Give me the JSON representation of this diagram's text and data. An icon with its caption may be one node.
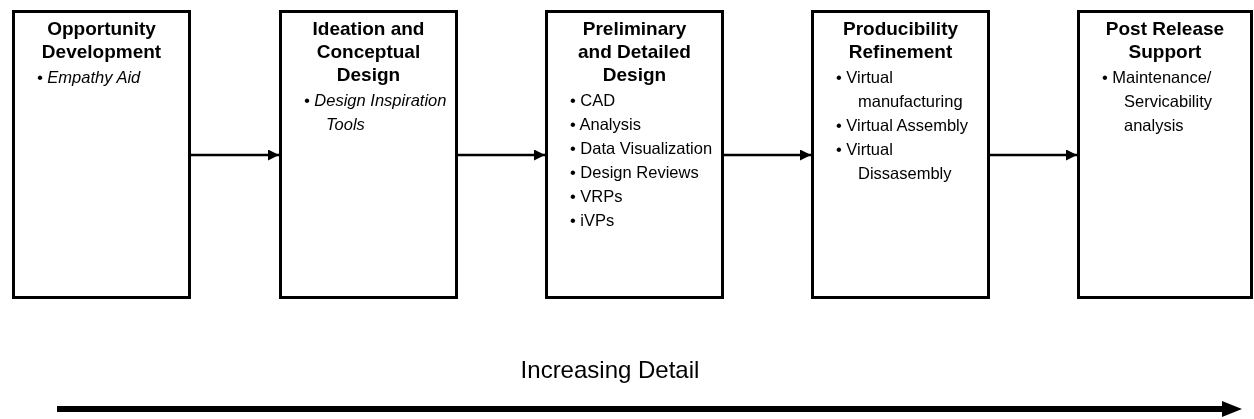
{
  "diagram": {
    "nodes": [
      {
        "text": [
          "Opportunity Development",
          "• Empathy Aid"
        ]
      },
      {
        "text": [
          "Ideation and Conceptual Design",
          "• Design Inspiration Tools"
        ]
      },
      {
        "text": [
          "Preliminary and Detailed Design",
          "• CAD",
          "• Analysis",
          "• Data Visualization",
          "• Design Reviews",
          "• VRPs",
          "• iVPs"
        ]
      },
      {
        "text": [
          "Producibility Refinement",
          "• Virtual manufacturing",
          "• Virtual Assembly",
          "• Virtual Dissasembly"
        ]
      },
      {
        "text": [
          "Post Release Support",
          "• Maintenance/ Servicability analysis"
        ]
      }
    ],
    "edges": [
      {
        "from": 0,
        "to": 1,
        "arrow": "to"
      },
      {
        "from": 1,
        "to": 2,
        "arrow": "to"
      },
      {
        "from": 2,
        "to": 3,
        "arrow": "to"
      },
      {
        "from": 3,
        "to": 4,
        "arrow": "to"
      }
    ],
    "labels": [
      "Increasing Detail"
    ]
  }
}
